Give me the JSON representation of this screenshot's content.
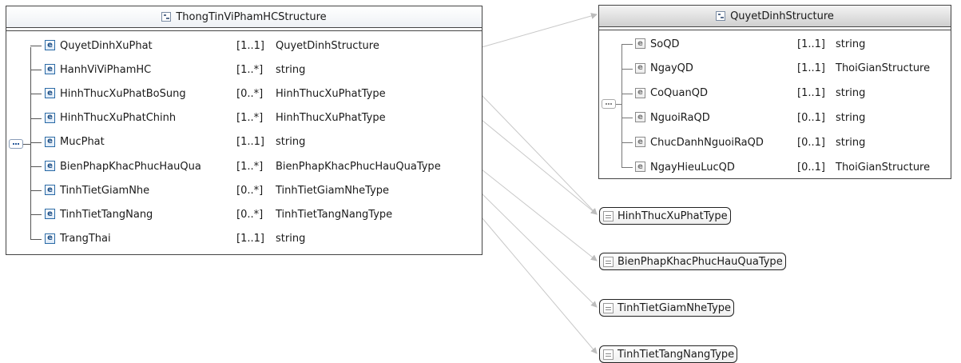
{
  "main_struct": {
    "title": "ThongTinViPhamHCStructure",
    "rows": [
      {
        "name": "QuyetDinhXuPhat",
        "card": "[1..1]",
        "type": "QuyetDinhStructure"
      },
      {
        "name": "HanhViViPhamHC",
        "card": "[1..*]",
        "type": "string"
      },
      {
        "name": "HinhThucXuPhatBoSung",
        "card": "[0..*]",
        "type": "HinhThucXuPhatType"
      },
      {
        "name": "HinhThucXuPhatChinh",
        "card": "[1..*]",
        "type": "HinhThucXuPhatType"
      },
      {
        "name": "MucPhat",
        "card": "[1..1]",
        "type": "string"
      },
      {
        "name": "BienPhapKhacPhucHauQua",
        "card": "[1..*]",
        "type": "BienPhapKhacPhucHauQuaType"
      },
      {
        "name": "TinhTietGiamNhe",
        "card": "[0..*]",
        "type": "TinhTietGiamNheType"
      },
      {
        "name": "TinhTietTangNang",
        "card": "[0..*]",
        "type": "TinhTietTangNangType"
      },
      {
        "name": "TrangThai",
        "card": "[1..1]",
        "type": "string"
      }
    ]
  },
  "sub_struct": {
    "title": "QuyetDinhStructure",
    "rows": [
      {
        "name": "SoQD",
        "card": "[1..1]",
        "type": "string"
      },
      {
        "name": "NgayQD",
        "card": "[1..1]",
        "type": "ThoiGianStructure"
      },
      {
        "name": "CoQuanQD",
        "card": "[1..1]",
        "type": "string"
      },
      {
        "name": "NguoiRaQD",
        "card": "[0..1]",
        "type": "string"
      },
      {
        "name": "ChucDanhNguoiRaQD",
        "card": "[0..1]",
        "type": "string"
      },
      {
        "name": "NgayHieuLucQD",
        "card": "[0..1]",
        "type": "ThoiGianStructure"
      }
    ]
  },
  "type_nodes": [
    {
      "label": "HinhThucXuPhatType"
    },
    {
      "label": "BienPhapKhacPhucHauQuaType"
    },
    {
      "label": "TinhTietGiamNheType"
    },
    {
      "label": "TinhTietTangNangType"
    }
  ],
  "icons": {
    "element": "e",
    "struct": "structure-icon",
    "sequence": "sequence-icon",
    "simple_type": "simple-type-icon"
  }
}
